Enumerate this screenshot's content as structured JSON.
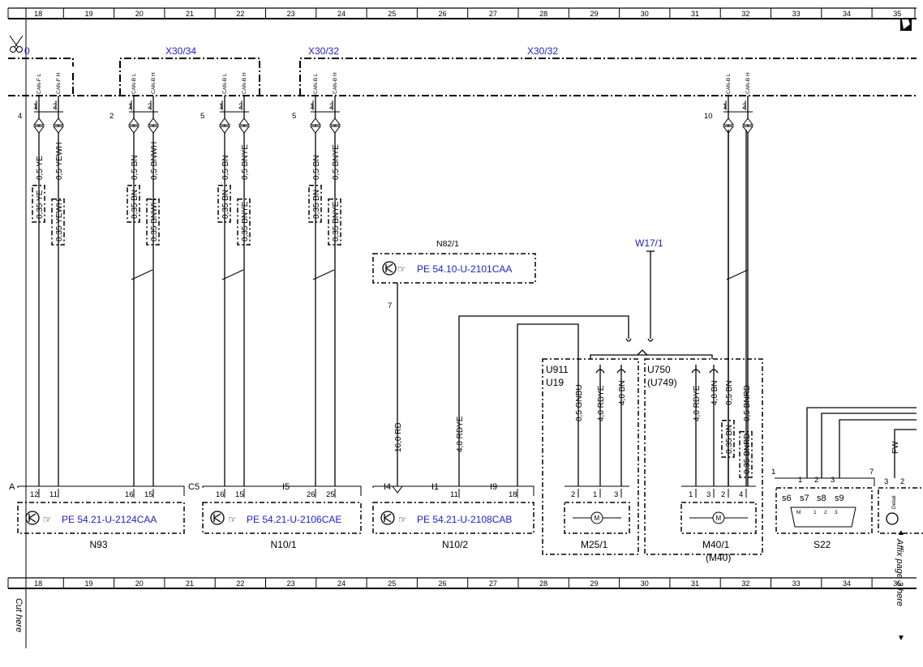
{
  "grid": {
    "columns": [
      "18",
      "19",
      "20",
      "21",
      "22",
      "23",
      "24",
      "25",
      "26",
      "27",
      "28",
      "29",
      "30",
      "31",
      "32",
      "33",
      "34",
      "35"
    ]
  },
  "connectors": {
    "x30_34": "X30/34",
    "x30_32_a": "X30/32",
    "x30_32_b": "X30/32",
    "x30_partial": "0"
  },
  "bus_pins": [
    {
      "group": "4",
      "p1": "1",
      "p2": "2",
      "sig1": "CAN-F L",
      "sig2": "CAN-F H"
    },
    {
      "group": "2",
      "p1": "1",
      "p2": "2",
      "sig1": "CAN-B L",
      "sig2": "CAN-B H"
    },
    {
      "group": "5",
      "p1": "1",
      "p2": "2",
      "sig1": "CAN-B L",
      "sig2": "CAN-B H"
    },
    {
      "group": "5",
      "p1": "1",
      "p2": "2",
      "sig1": "CAN-B L",
      "sig2": "CAN-B H"
    },
    {
      "group": "10",
      "p1": "1",
      "p2": "2",
      "sig1": "CAN-B L",
      "sig2": "CAN-B H"
    }
  ],
  "wires": {
    "w1": "0,5 YE",
    "w2": "0,5 YEWH",
    "w3": "0,5 BN",
    "w4": "0,5 BNWH",
    "w5": "0,5 BN",
    "w6": "0,5 BNYE",
    "w7": "0,5 BN",
    "w8": "0,5 BNYE",
    "b1": "0,35 YE",
    "b2": "0,35 YEWH",
    "b3": "0,35 BN",
    "b4": "0,35 BNWH",
    "b5": "0,35 BN",
    "b6": "0,35 BNYE",
    "b7": "0,35 BN",
    "b8": "0,35 BNYE",
    "rd": "16,0 RD",
    "rdye": "4,0 RDYE",
    "gnbu": "0,5 GNBU",
    "rdye2": "4,0 RDYE",
    "bn4": "4,0 BN",
    "rdye3": "4,0 RDYE",
    "bn5": "4,0 BN",
    "bn6": "0,5 BN",
    "bnrd": "0,5 BNRD",
    "b9": "0,35 BN",
    "b10": "0,35 BNRD",
    "fw": "FW"
  },
  "components": {
    "n82": {
      "name": "N82/1",
      "ref": "PE 54.10-U-2101CAA",
      "pin": "7"
    },
    "w17": {
      "name": "W17/1"
    },
    "n93": {
      "name": "N93",
      "ref": "PE 54.21-U-2124CAA",
      "conn": "A",
      "pins": [
        "12",
        "11",
        "16",
        "15"
      ]
    },
    "n10_1": {
      "name": "N10/1",
      "ref": "PE 54.21-U-2106CAE",
      "conn": "C5",
      "conn2": "I5",
      "pins": [
        "16",
        "15",
        "26",
        "25"
      ]
    },
    "n10_2": {
      "name": "N10/2",
      "ref": "PE 54.21-U-2108CAB",
      "conn": "I4",
      "conn2": "I1",
      "conn3": "I9",
      "pins": [
        "11",
        "18"
      ]
    },
    "m25": {
      "name": "M25/1",
      "pins": [
        "2",
        "1",
        "3"
      ]
    },
    "m40": {
      "name": "M40/1",
      "alt": "(M40)",
      "pins": [
        "1",
        "3",
        "2",
        "4"
      ]
    },
    "u911": {
      "a": "U911",
      "b": "U19"
    },
    "u750": {
      "a": "U750",
      "b": "(U749)"
    },
    "s22": {
      "name": "S22",
      "conn": "1",
      "pins": [
        "1",
        "2",
        "3"
      ],
      "slots": [
        "s6",
        "s7",
        "s8",
        "s9"
      ],
      "sub": [
        "M",
        "1",
        "2",
        "3"
      ]
    },
    "partial": {
      "conn": "7",
      "pins": [
        "3",
        "2"
      ],
      "label": "Detail"
    }
  },
  "notes": {
    "cut_here": "Cut here",
    "affix": "Affix page 3 here",
    "arrow": "▲"
  }
}
